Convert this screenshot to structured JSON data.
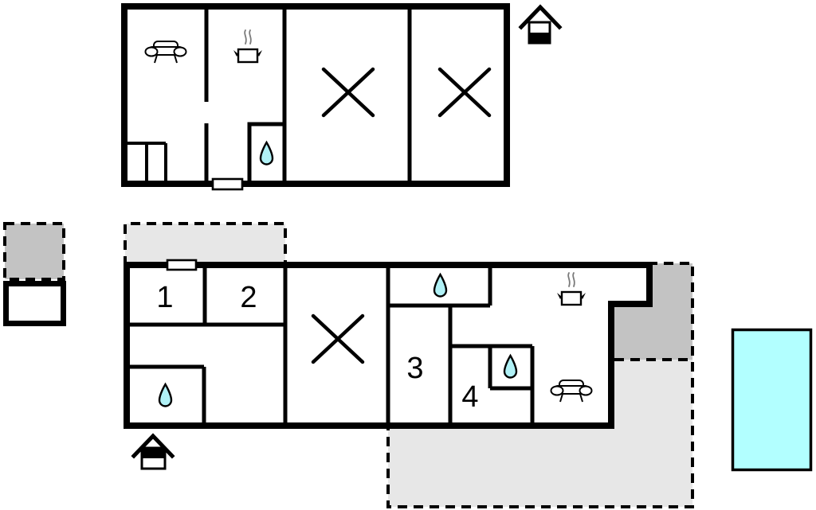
{
  "ground_floor": {
    "room_labels": {
      "room_1": "1",
      "room_2": "2",
      "room_3": "3",
      "room_4": "4"
    }
  },
  "icons": {
    "sofa": "sofa-icon",
    "cooking_pot": "cooking-pot-icon",
    "water_drop": "water-drop-icon",
    "room_cross": "room-cross-icon",
    "entrance_house": "entrance-house-icon",
    "swimming_pool": "swimming-pool"
  },
  "colors": {
    "line": "#000000",
    "terrace_light": "#e7e7e7",
    "terrace_dark": "#c3c3c3",
    "pool_fill": "#b2ffff",
    "water_fill": "#b0f1f6",
    "steam": "#7a7a7a"
  }
}
